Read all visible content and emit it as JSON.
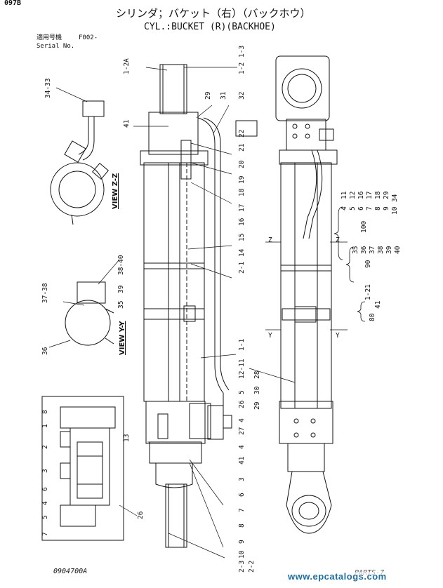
{
  "header": {
    "page_code": "097B",
    "title_jp": "シリンダ；バケット（右）（バックホウ）",
    "title_en": "CYL.:BUCKET (R)(BACKHOE)",
    "applicable_label_jp": "適用号機",
    "applicable_value": "F002-",
    "serial_label": "Serial No."
  },
  "views": {
    "view_zz": "VIEW Z-Z",
    "view_yy": "VIEW Y-Y"
  },
  "section_marks": {
    "z": "Z",
    "y": "Y"
  },
  "callouts": {
    "top": [
      "1-2A",
      "1-2",
      "1-3"
    ],
    "left_center": [
      "29",
      "31",
      "32",
      "41",
      "22",
      "21",
      "20",
      "19",
      "18",
      "17",
      "16",
      "15",
      "14",
      "2-1",
      "1-1",
      "12-11",
      "5",
      "26",
      "4",
      "27",
      "13",
      "4",
      "41",
      "3",
      "6",
      "7",
      "8",
      "9",
      "10",
      "2-3",
      "2-2"
    ],
    "right": [
      "28",
      "30",
      "29"
    ],
    "view_zz": [
      "34-33"
    ],
    "view_yy": [
      "38-40",
      "39",
      "37-38",
      "35",
      "36"
    ],
    "detail": [
      "8",
      "1",
      "2",
      "3",
      "6",
      "4",
      "5",
      "7",
      "26"
    ]
  },
  "groups": {
    "g100": {
      "label": "100",
      "col1": [
        "4",
        "5",
        "6",
        "7",
        "8",
        "9",
        "10"
      ],
      "col2": [
        "11",
        "12",
        "16",
        "17",
        "18",
        "29",
        "34"
      ]
    },
    "g90": {
      "label": "90",
      "items": [
        "35",
        "36",
        "37",
        "38",
        "39",
        "40"
      ]
    },
    "g80": {
      "label": "80",
      "items": [
        "1-21",
        "41"
      ]
    }
  },
  "footer": {
    "drawing_no": "0904700A",
    "page_ref": "PARTS-7",
    "watermark": "www.epcatalogs.com"
  }
}
